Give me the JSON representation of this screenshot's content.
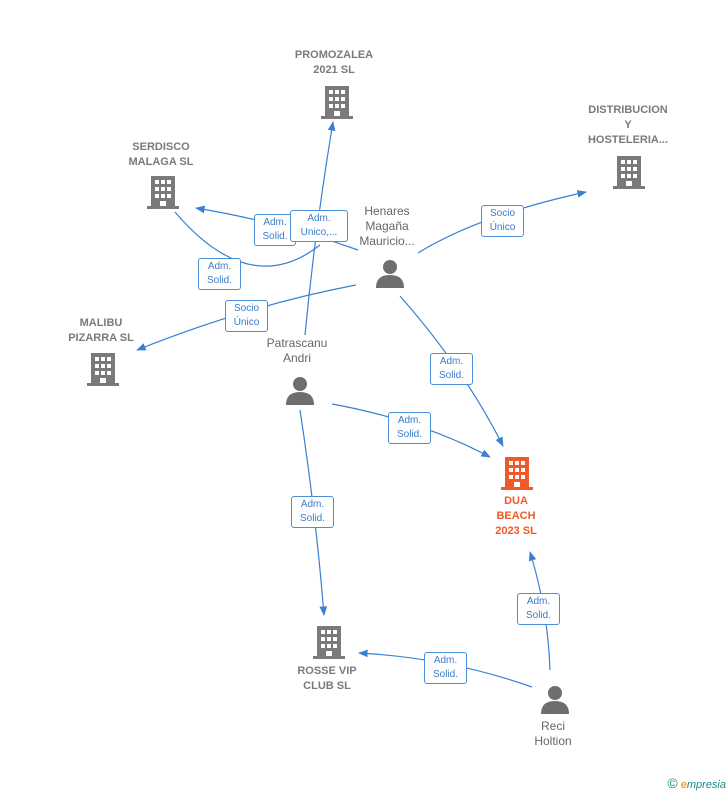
{
  "companies": {
    "promozalea": "PROMOZALEA\n2021  SL",
    "distribucion": "DISTRIBUCION\nY\nHOSTELERIA...",
    "serdisco": "SERDISCO\nMALAGA  SL",
    "malibu": "MALIBU\nPIZARRA  SL",
    "dua": "DUA\nBEACH\n2023  SL",
    "rosse": "ROSSE VIP\nCLUB  SL"
  },
  "people": {
    "henares": "Henares\nMagaña\nMauricio...",
    "patrascanu": "Patrascanu\nAndri",
    "reci": "Reci\nHoltion"
  },
  "edges": {
    "e1": "Adm.\nSolid.",
    "e2": "Adm.\nUnico,...",
    "e3": "Socio\nÚnico",
    "e4": "Adm.\nSolid.",
    "e5": "Socio\nÚnico",
    "e6": "Adm.\nSolid.",
    "e7": "Adm.\nSolid.",
    "e8": "Adm.\nSolid.",
    "e9": "Adm.\nSolid.",
    "e10": "Adm.\nSolid."
  },
  "colors": {
    "building": "#7a7a7a",
    "highlight_building": "#f05a28",
    "person": "#6e6e6e",
    "edge": "#3a80d2"
  },
  "footer": {
    "copyright": "©",
    "e": "e",
    "brand": "mpresia"
  }
}
